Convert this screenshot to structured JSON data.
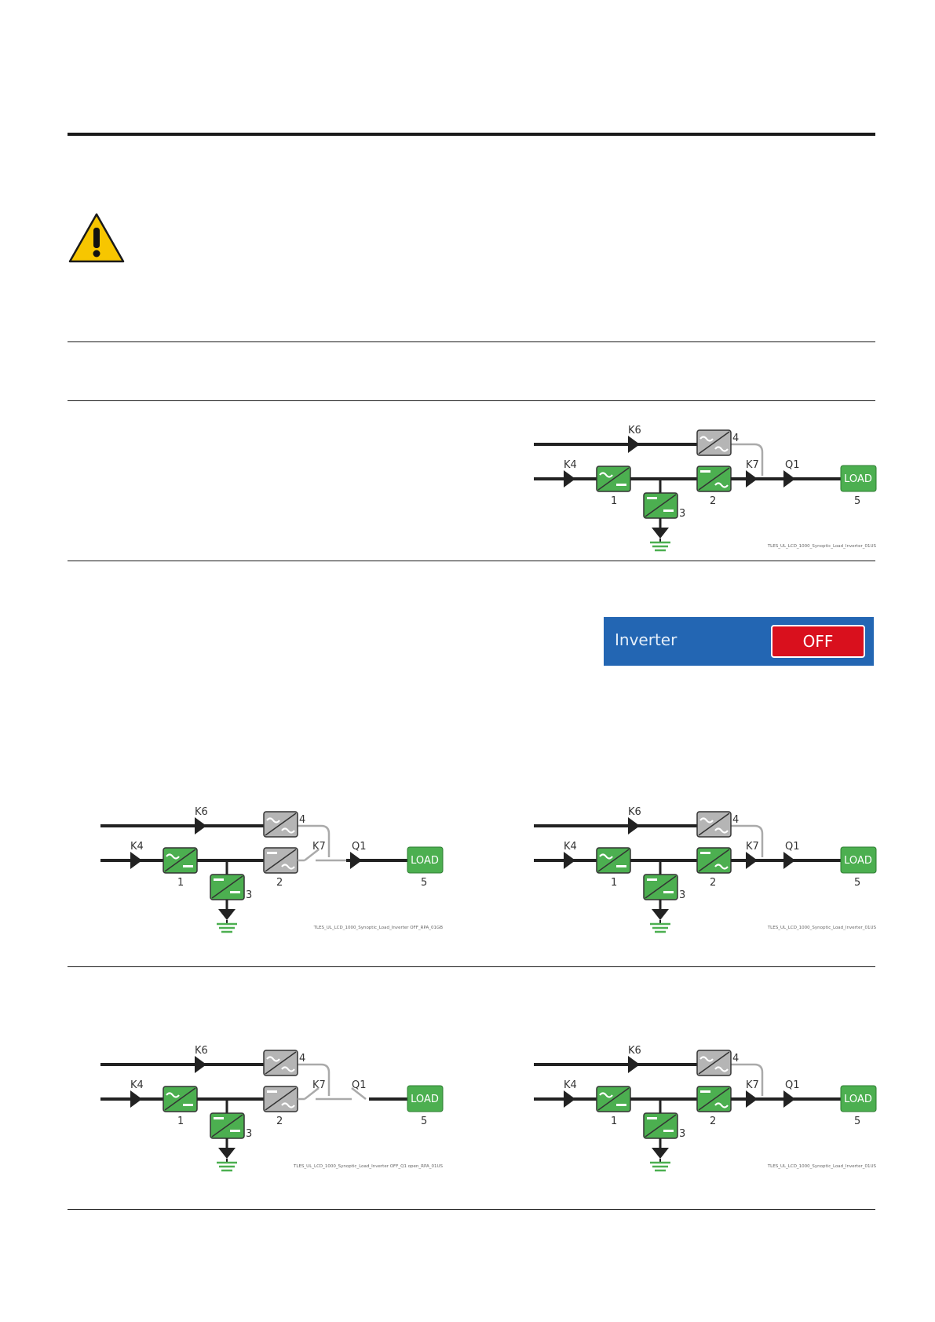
{
  "colors": {
    "accent_green": "#4caf50",
    "module_gray": "#b5b5b5",
    "panel_blue": "#2366b3",
    "off_red": "#d9101d",
    "warning_yellow": "#f7c600"
  },
  "icons": {
    "warning": "warning-triangle-icon"
  },
  "inverter_panel": {
    "label": "Inverter",
    "state_button": "OFF"
  },
  "diagrams": [
    {
      "labels": {
        "k6": "K6",
        "k4": "K4",
        "k7": "K7",
        "q1": "Q1",
        "load": "LOAD",
        "m1": "1",
        "m2": "2",
        "m3": "3",
        "m4": "4",
        "m5": "5"
      },
      "caption": "TLES_UL_LCD_1000_Synoptic_Load_Inverter_01US",
      "module2_active": true,
      "k7_closed": true,
      "q1_closed": true
    },
    {
      "labels": {
        "k6": "K6",
        "k4": "K4",
        "k7": "K7",
        "q1": "Q1",
        "load": "LOAD",
        "m1": "1",
        "m2": "2",
        "m3": "3",
        "m4": "4",
        "m5": "5"
      },
      "caption": "TLES_UL_LCD_1000_Synoptic_Load_Inverter OFF_RPA_01GB",
      "module2_active": false,
      "k7_closed": false,
      "q1_closed": true
    },
    {
      "labels": {
        "k6": "K6",
        "k4": "K4",
        "k7": "K7",
        "q1": "Q1",
        "load": "LOAD",
        "m1": "1",
        "m2": "2",
        "m3": "3",
        "m4": "4",
        "m5": "5"
      },
      "caption": "TLES_UL_LCD_1000_Synoptic_Load_Inverter_01US",
      "module2_active": true,
      "k7_closed": true,
      "q1_closed": true
    },
    {
      "labels": {
        "k6": "K6",
        "k4": "K4",
        "k7": "K7",
        "q1": "Q1",
        "load": "LOAD",
        "m1": "1",
        "m2": "2",
        "m3": "3",
        "m4": "4",
        "m5": "5"
      },
      "caption": "TLES_UL_LCD_1000_Synoptic_Load_Inverter OFF_Q1 open_RPA_01US",
      "module2_active": false,
      "k7_closed": false,
      "q1_closed": false
    },
    {
      "labels": {
        "k6": "K6",
        "k4": "K4",
        "k7": "K7",
        "q1": "Q1",
        "load": "LOAD",
        "m1": "1",
        "m2": "2",
        "m3": "3",
        "m4": "4",
        "m5": "5"
      },
      "caption": "TLES_UL_LCD_1000_Synoptic_Load_Inverter_01US",
      "module2_active": true,
      "k7_closed": true,
      "q1_closed": true
    }
  ]
}
